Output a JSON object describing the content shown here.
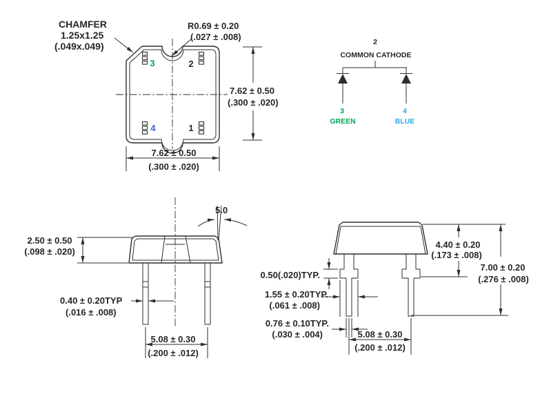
{
  "drawing": {
    "top_view": {
      "pin1": "1",
      "pin2": "2",
      "pin3": "3",
      "pin4": "4",
      "chamfer_l1": "CHAMFER",
      "chamfer_l2": "1.25x1.25",
      "chamfer_l3": "(.049x.049)",
      "radius_l1": "R0.69 ± 0.20",
      "radius_l2": "(.027 ± .008)",
      "height_l1": "7.62 ± 0.50",
      "height_l2": "(.300 ± .020)",
      "width_l1": "7.62 ± 0.50",
      "width_l2": "(.300 ± .020)"
    },
    "schematic": {
      "pin2": "2",
      "title": "COMMON CATHODE",
      "pin3": "3",
      "pin3_label": "GREEN",
      "pin4": "4",
      "pin4_label": "BLUE"
    },
    "side_view": {
      "angle": "5.0",
      "body_h_l1": "2.50 ± 0.50",
      "body_h_l2": "(.098 ± .020)",
      "lead_t_l1": "0.40 ± 0.20TYP",
      "lead_t_l2": "(.016 ± .008)",
      "pitch_l1": "5.08 ± 0.30",
      "pitch_l2": "(.200 ± .012)"
    },
    "front_view": {
      "standoff": "0.50(.020)TYP.",
      "lead_w_l1": "1.55 ± 0.20TYP.",
      "lead_w_l2": "(.061 ± .008)",
      "tip_w_l1": "0.76 ± 0.10TYP.",
      "tip_w_l2": "(.030 ± .004)",
      "body_h_l1": "4.40 ± 0.20",
      "body_h_l2": "(.173 ± .008)",
      "total_h_l1": "7.00 ± 0.20",
      "total_h_l2": "(.276 ± .008)",
      "pitch_l1": "5.08 ± 0.30",
      "pitch_l2": "(.200 ± .012)"
    },
    "colors": {
      "green": "#00A651",
      "blue": "#3867C8",
      "cyan": "#29ABE2",
      "ink": "#262626"
    }
  }
}
